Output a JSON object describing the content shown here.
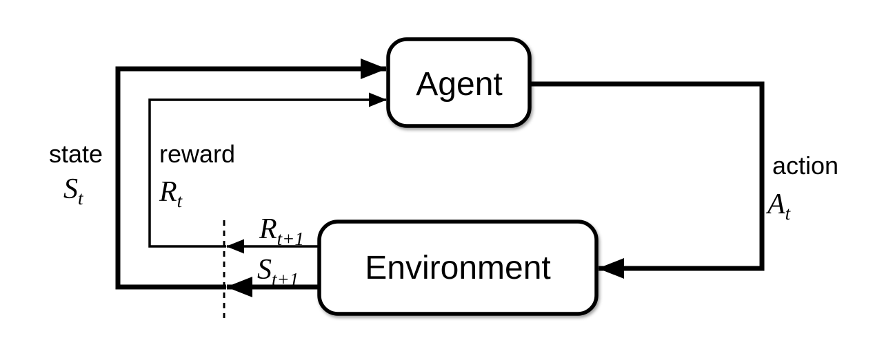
{
  "nodes": {
    "agent": {
      "label": "Agent"
    },
    "environment": {
      "label": "Environment"
    }
  },
  "labels": {
    "state": {
      "word": "state",
      "symbol": "S",
      "subscript": "t"
    },
    "reward": {
      "word": "reward",
      "symbol": "R",
      "subscript": "t"
    },
    "action": {
      "word": "action",
      "symbol": "A",
      "subscript": "t"
    },
    "next_reward": {
      "symbol": "R",
      "subscript": "t+1"
    },
    "next_state": {
      "symbol": "S",
      "subscript": "t+1"
    }
  },
  "colors": {
    "ink": "#000000",
    "box_fill": "#ffffff",
    "background": "#ffffff"
  }
}
